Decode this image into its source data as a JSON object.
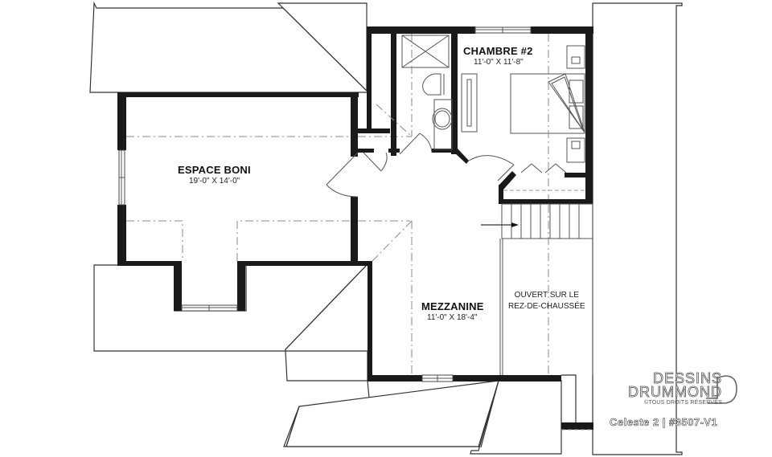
{
  "plan": {
    "rooms": [
      {
        "name": "CHAMBRE #2",
        "dimensions": "11'-0\" X 11'-8\""
      },
      {
        "name": "ESPACE BONI",
        "dimensions": "19'-0\" X 14'-0\""
      },
      {
        "name": "MEZZANINE",
        "dimensions": "11'-0\" X 18'-4\""
      }
    ],
    "note": {
      "line1": "OUVERT SUR LE",
      "line2": "REZ-DE-CHAUSSÉE"
    }
  },
  "branding": {
    "line1": "DESSINS",
    "line2": "DRUMMOND",
    "copyright": "©TOUS DROITS RÉSERVÉS",
    "caption": "Celeste 2 | #3507-V1"
  },
  "colors": {
    "wall": "#1a1a1a",
    "line": "#333333",
    "background": "#ffffff"
  }
}
